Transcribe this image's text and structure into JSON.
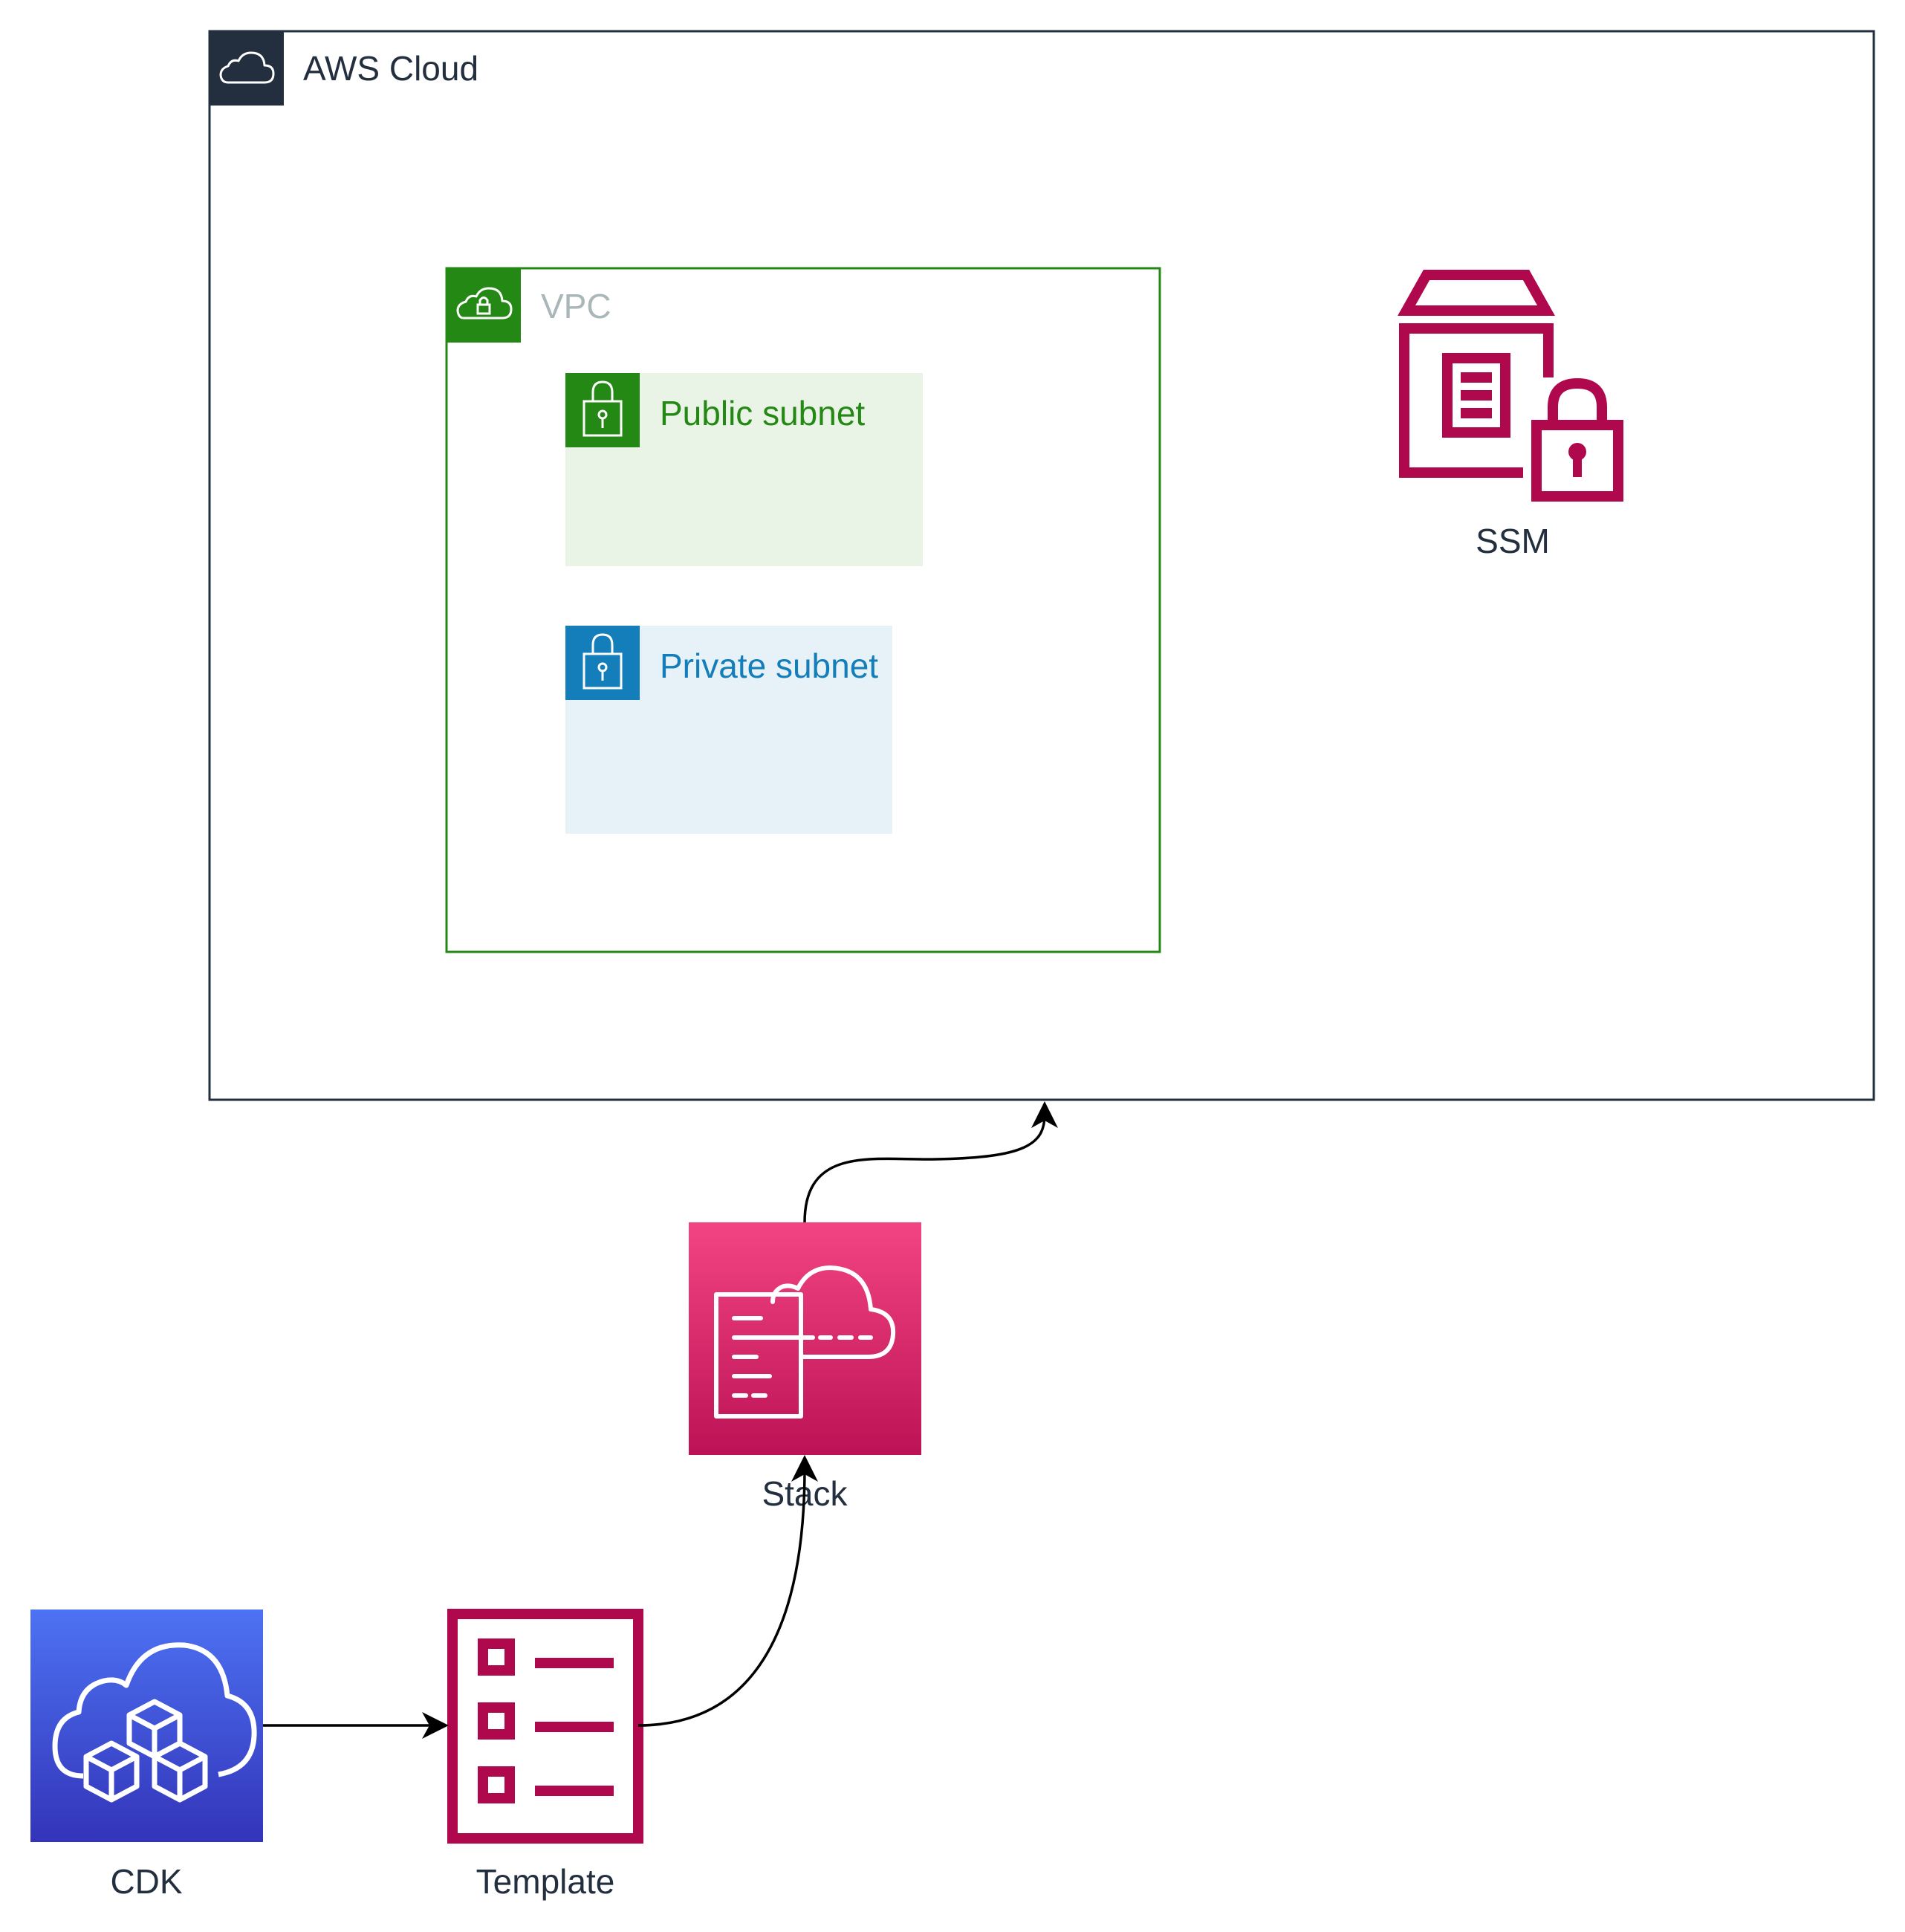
{
  "groups": {
    "aws_cloud": {
      "label": "AWS Cloud",
      "color": "#232F3E"
    },
    "vpc": {
      "label": "VPC",
      "color": "#248814",
      "label_color": "#AAB7B8"
    },
    "public_subnet": {
      "label": "Public subnet",
      "color": "#248814",
      "fill": "#E9F3E6"
    },
    "private_subnet": {
      "label": "Private subnet",
      "color": "#147EBA",
      "fill": "#E6F2F8"
    }
  },
  "nodes": {
    "ssm": {
      "label": "SSM",
      "icon": "ssm-parameter-store-icon",
      "color": "#B0084D"
    },
    "stack": {
      "label": "Stack",
      "icon": "cloudformation-stack-icon",
      "color_top": "#F34482",
      "color_bottom": "#BC1356"
    },
    "cdk": {
      "label": "CDK",
      "icon": "cdk-icon",
      "color_top": "#4D72F3",
      "color_bottom": "#3334B9"
    },
    "template": {
      "label": "Template",
      "icon": "template-checklist-icon",
      "color": "#B0084D"
    }
  },
  "edges": [
    {
      "from": "cdk",
      "to": "template"
    },
    {
      "from": "template",
      "to": "stack"
    },
    {
      "from": "stack",
      "to": "aws_cloud"
    }
  ]
}
